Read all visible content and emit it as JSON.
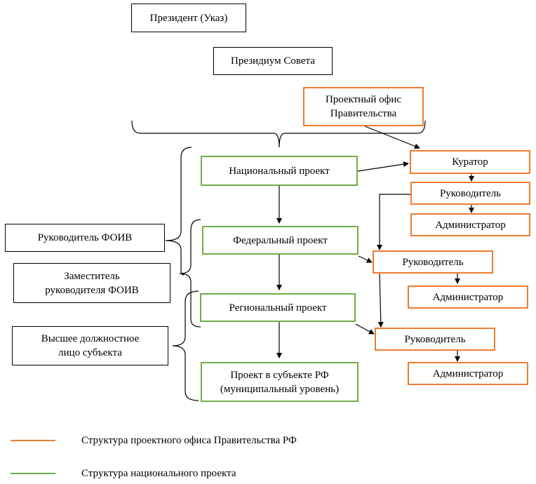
{
  "colors": {
    "green": "#70ad47",
    "orange": "#ed7d31",
    "black": "#000000"
  },
  "nodes": {
    "president": "Президент (Указ)",
    "presidium": "Президиум Совета",
    "project_office": "Проектный офис Правительства",
    "national_project": "Национальный проект",
    "federal_project": "Федеральный проект",
    "regional_project": "Региональный проект",
    "municipal_project": "Проект в субъекте РФ (муниципальный уровень)",
    "curator": "Куратор",
    "national_head": "Руководитель",
    "national_admin": "Администратор",
    "federal_head": "Руководитель",
    "federal_admin": "Администратор",
    "regional_head": "Руководитель",
    "regional_admin": "Администратор",
    "foiv_head": "Руководитель ФОИВ",
    "foiv_deputy": "Заместитель руководителя ФОИВ",
    "subject_official": "Высшее должностное лицо субъекта"
  },
  "legend": {
    "orange_label": "Структура проектного офиса Правительства РФ",
    "green_label": "Структура национального проекта"
  }
}
